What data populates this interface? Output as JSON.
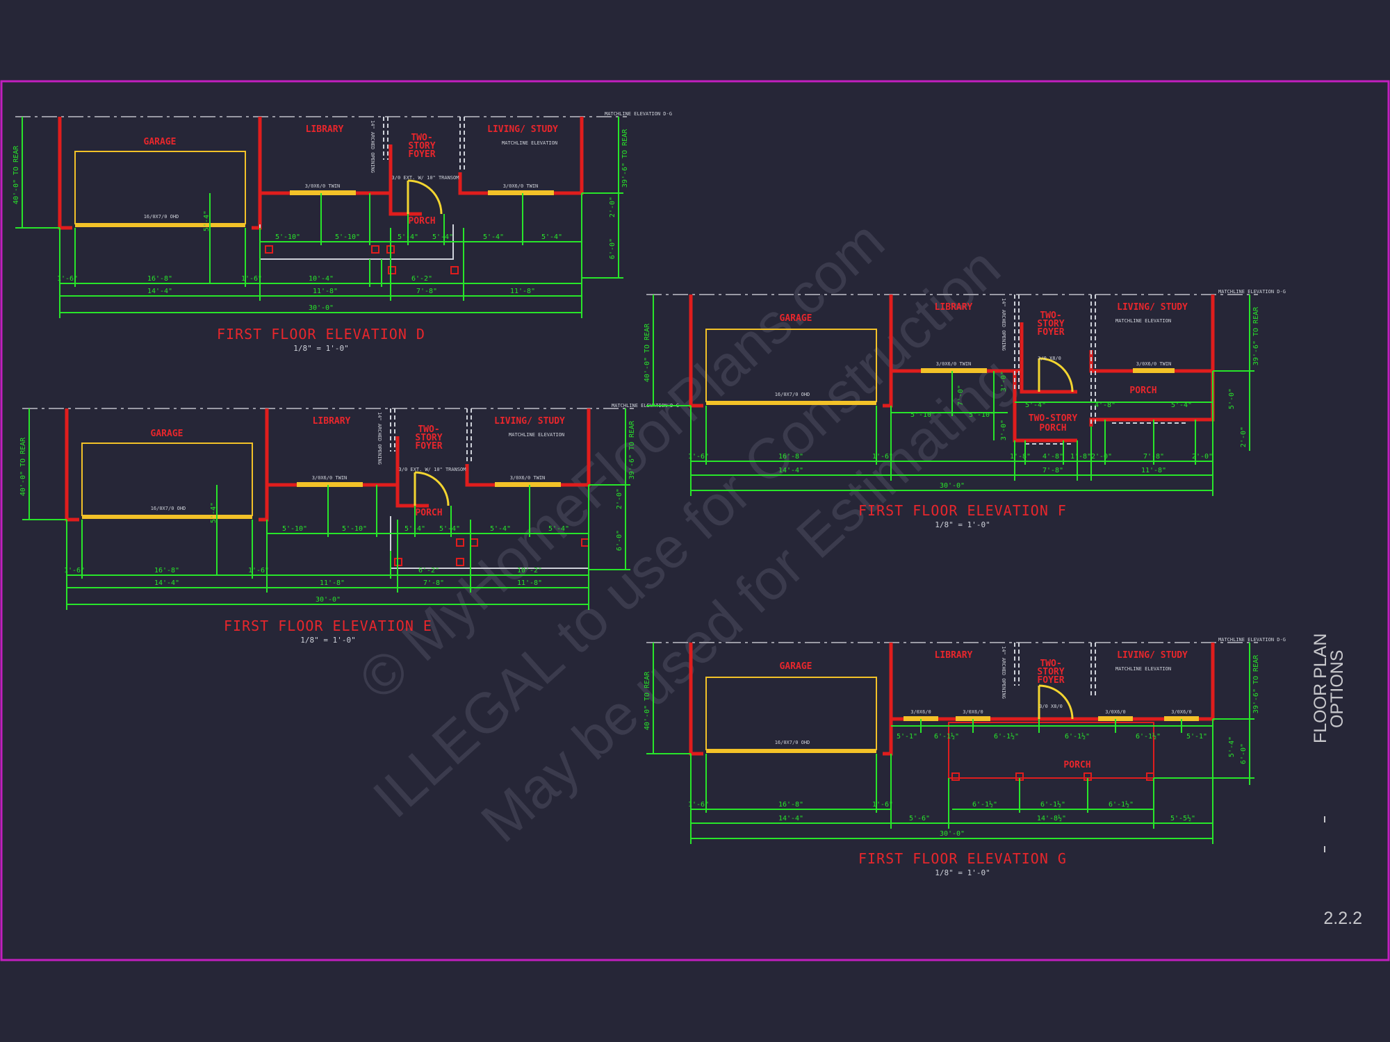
{
  "colors": {
    "background": "#262637",
    "border": "#c21fbf",
    "wall": "#e01d1d",
    "room_label": "#e8262c",
    "dimension": "#28e62a",
    "window": "#f3c228",
    "door": "#f3d530",
    "note": "#cfd2da",
    "watermark": "#3b3b4d",
    "sheet_text": "#c8c8cc"
  },
  "sheet": {
    "title_line1": "FLOOR PLAN",
    "title_line2": "OPTIONS",
    "number": "2.2.2",
    "watermark_line1": "© MyHomeFloorPlans.com",
    "watermark_line2": "ILLEGAL to use for Construction",
    "watermark_line3": "May be used for Estimating"
  },
  "plans": [
    {
      "id": "D",
      "title": "FIRST FLOOR ELEVATION D",
      "scale": "1/8\" = 1'-0\"",
      "rooms": {
        "garage": "GARAGE",
        "library": "LIBRARY",
        "foyer_1": "TWO-",
        "foyer_2": "STORY",
        "foyer_3": "FOYER",
        "living": "LIVING/ STUDY",
        "porch": "PORCH"
      },
      "notes": {
        "garage_door": "16/0X7/0 OHD",
        "window_left": "3/0X6/0 TWIN",
        "window_right": "3/0X6/0 TWIN",
        "arch": "14\" ARCHED OPENING",
        "door": "3/0 EXT. W/ 10\" TRANSOM",
        "matchline": "MATCHLINE ELEVATION",
        "matchline_top": "MATCHLINE ELEVATION D-G"
      },
      "dims": {
        "left_vert": "40'-0\" TO REAR",
        "right_vert": "39'-6\" TO REAR",
        "d1": "5'-10\"",
        "d2": "5'-10\"",
        "d3": "5'-4\"",
        "d4": "5'-4\"",
        "d5": "5'-4\"",
        "d6": "5'-4\"",
        "d7": "1'-6\"",
        "d8": "16'-8\"",
        "d9": "1'-6\"",
        "d10": "10'-4\"",
        "d11": "6'-2\"",
        "d12": "14'-4\"",
        "d13": "11'-8\"",
        "d14": "7'-8\"",
        "d15": "11'-8\"",
        "overall": "30'-0\"",
        "v1": "5'-4\"",
        "v2": "2'-0\"",
        "v3": "6'-0\""
      }
    },
    {
      "id": "E",
      "title": "FIRST FLOOR ELEVATION E",
      "scale": "1/8\" = 1'-0\"",
      "rooms": {
        "garage": "GARAGE",
        "library": "LIBRARY",
        "foyer_1": "TWO-",
        "foyer_2": "STORY",
        "foyer_3": "FOYER",
        "living": "LIVING/ STUDY",
        "porch": "PORCH"
      },
      "notes": {
        "garage_door": "16/0X7/0 OHD",
        "window_left": "3/0X6/0 TWIN",
        "window_right": "3/0X6/0 TWIN",
        "arch": "14\" ARCHED OPENING",
        "door": "3/0 EXT. W/ 10\" TRANSOM",
        "matchline": "MATCHLINE ELEVATION",
        "matchline_top": "MATCHLINE ELEVATION D-G"
      },
      "dims": {
        "left_vert": "40'-0\" TO REAR",
        "right_vert": "39'-6\" TO REAR",
        "d1": "5'-10\"",
        "d2": "5'-10\"",
        "d3": "5'-4\"",
        "d4": "5'-4\"",
        "d5": "5'-4\"",
        "d6": "5'-4\"",
        "d7": "1'-6\"",
        "d8": "16'-8\"",
        "d9": "1'-6\"",
        "d10": "6'-2\"",
        "d11": "10'-2\"",
        "d12": "14'-4\"",
        "d13": "11'-8\"",
        "d14": "7'-8\"",
        "d15": "11'-8\"",
        "overall": "30'-0\"",
        "v1": "5'-4\"",
        "v2": "2'-0\"",
        "v3": "6'-0\""
      }
    },
    {
      "id": "F",
      "title": "FIRST FLOOR ELEVATION F",
      "scale": "1/8\" = 1'-0\"",
      "rooms": {
        "garage": "GARAGE",
        "library": "LIBRARY",
        "foyer_1": "TWO-",
        "foyer_2": "STORY",
        "foyer_3": "FOYER",
        "living": "LIVING/ STUDY",
        "porch": "PORCH",
        "porch2_1": "TWO-STORY",
        "porch2_2": "PORCH"
      },
      "notes": {
        "garage_door": "16/0X7/0 OHD",
        "window_left": "3/0X6/0 TWIN",
        "window_right": "3/0X6/0 TWIN",
        "arch": "14\" ARCHED OPENING",
        "door": "3/0 X8/0",
        "matchline": "MATCHLINE ELEVATION",
        "matchline_top": "MATCHLINE ELEVATION D-G"
      },
      "dims": {
        "left_vert": "40'-0\" TO REAR",
        "right_vert": "39'-6\" TO REAR",
        "d1": "5'-10\"",
        "d2": "5'-10\"",
        "d3": "5'-4\"",
        "d4": "4'-8\"",
        "d5": "5'-4\"",
        "d7": "1'-6\"",
        "d8": "16'-8\"",
        "d9": "1'-6\"",
        "d10": "1'-8\"",
        "d11": "4'-8\"",
        "d12": "1'-8\"",
        "d13": "2'-0\"",
        "d14": "7'-8\"",
        "d15": "2'-0\"",
        "d16": "14'-4\"",
        "d17": "7'-8\"",
        "d18": "11'-8\"",
        "overall": "30'-0\"",
        "v1": "7'-0\"",
        "v2": "3'-0\"",
        "v3": "5'-0\"",
        "v4": "3'-0\"",
        "v5": "2'-0\""
      }
    },
    {
      "id": "G",
      "title": "FIRST FLOOR ELEVATION G",
      "scale": "1/8\" = 1'-0\"",
      "rooms": {
        "garage": "GARAGE",
        "library": "LIBRARY",
        "foyer_1": "TWO-",
        "foyer_2": "STORY",
        "foyer_3": "FOYER",
        "living": "LIVING/ STUDY",
        "porch": "PORCH"
      },
      "notes": {
        "garage_door": "16/0X7/0 OHD",
        "win1": "3/0X6/0",
        "win2": "3/0X6/0",
        "win3": "3/0X6/0",
        "win4": "3/0X6/0",
        "arch": "14\" ARCHED OPENING",
        "door": "3/0 X8/0",
        "matchline": "MATCHLINE ELEVATION",
        "matchline_top": "MATCHLINE ELEVATION D-G"
      },
      "dims": {
        "left_vert": "40'-0\" TO REAR",
        "right_vert": "39'-6\" TO REAR",
        "d1": "5'-1\"",
        "d2": "6'-1½\"",
        "d3": "6'-1½\"",
        "d4": "6'-1½\"",
        "d5": "6'-1½\"",
        "d6": "5'-1\"",
        "d7": "1'-6\"",
        "d8": "16'-8\"",
        "d9": "1'-6\"",
        "d10": "6'-1½\"",
        "d11": "6'-1½\"",
        "d12": "6'-1½\"",
        "d13": "14'-4\"",
        "d14": "5'-6\"",
        "d15": "14'-8½\"",
        "d16": "5'-5½\"",
        "overall": "30'-0\"",
        "v1": "5'-4\"",
        "v2": "6'-0\""
      }
    }
  ]
}
